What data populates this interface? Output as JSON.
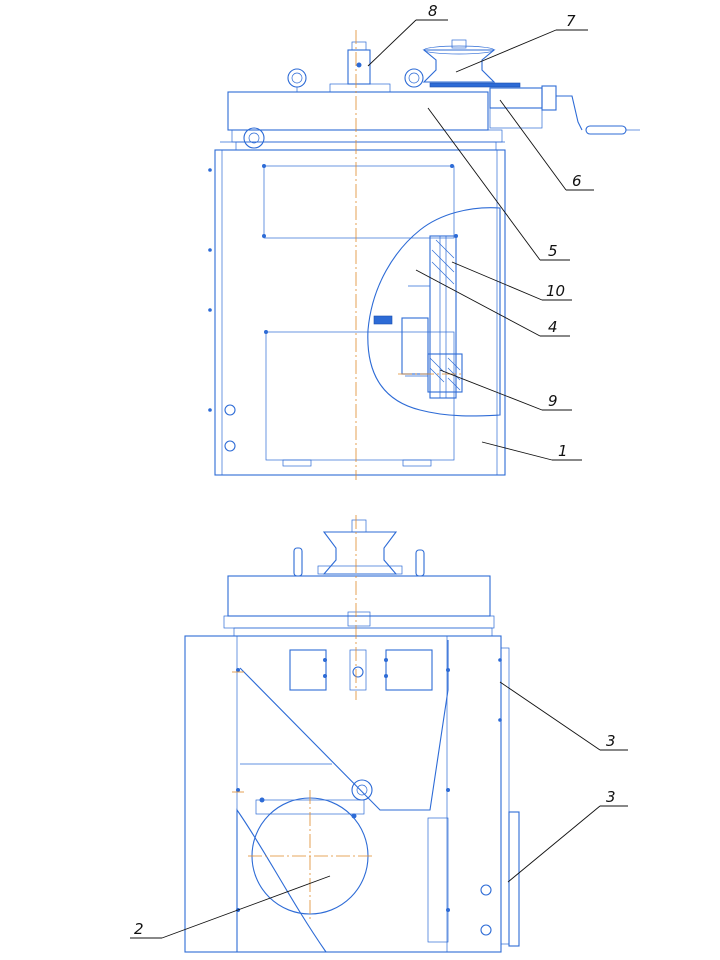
{
  "callouts": {
    "c1": "1",
    "c2": "2",
    "c3a": "3",
    "c3b": "3",
    "c4": "4",
    "c5": "5",
    "c6": "6",
    "c7": "7",
    "c8": "8",
    "c9": "9",
    "c10": "10"
  },
  "colors": {
    "line": "#2d6bd6",
    "centerline": "#e08a2a",
    "leader": "#111111"
  }
}
